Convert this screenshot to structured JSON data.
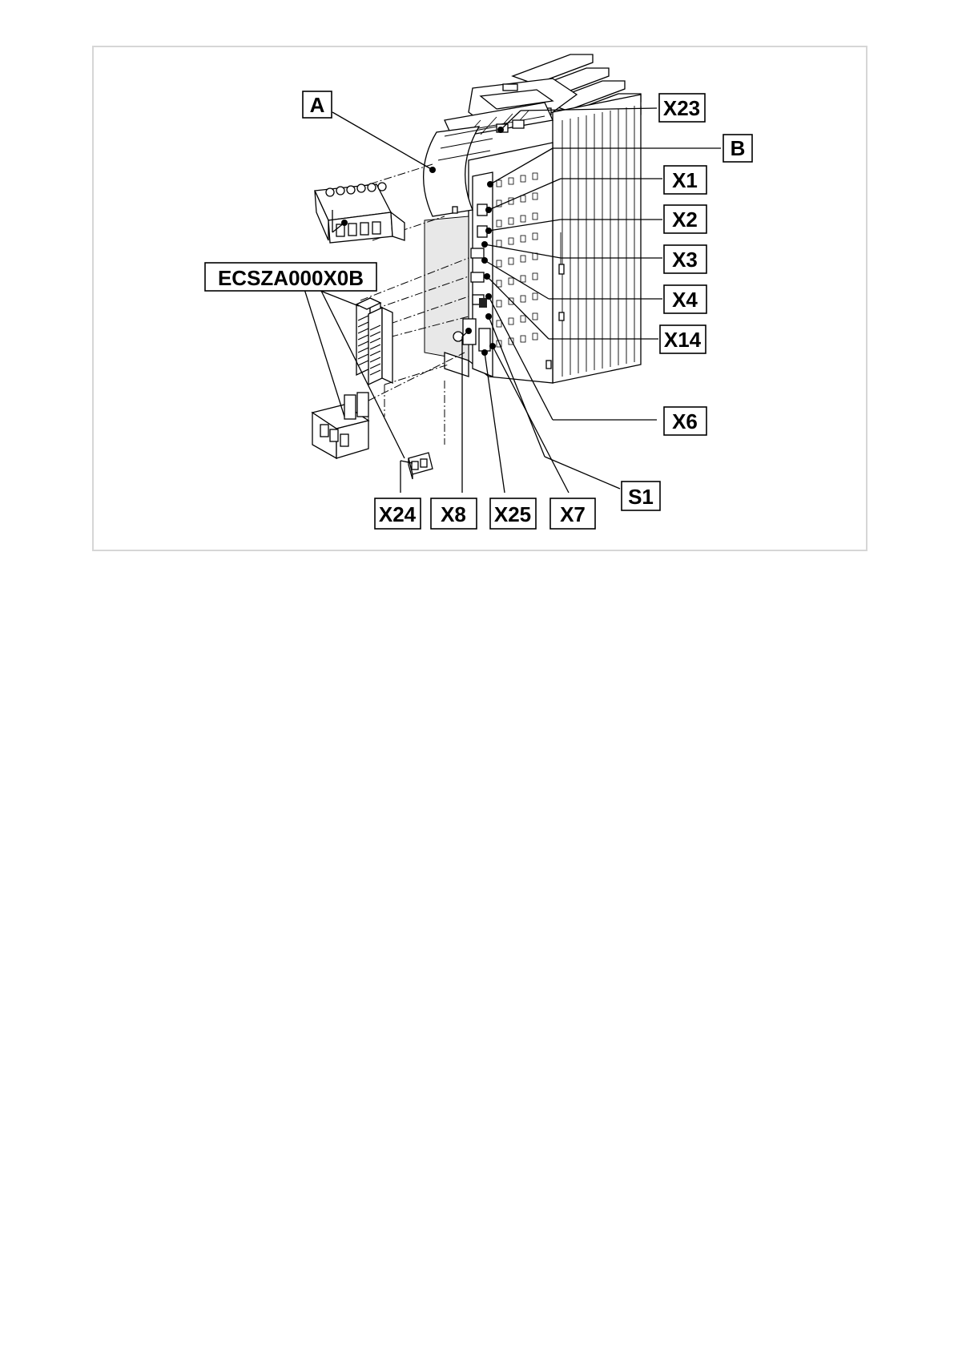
{
  "diagram": {
    "labels": {
      "A": "A",
      "B": "B",
      "X23": "X23",
      "X1": "X1",
      "X2": "X2",
      "X3": "X3",
      "X4": "X4",
      "X14": "X14",
      "X6": "X6",
      "S1": "S1",
      "X7": "X7",
      "X25": "X25",
      "X8": "X8",
      "X24": "X24",
      "accessory": "ECSZA000X0B"
    }
  }
}
